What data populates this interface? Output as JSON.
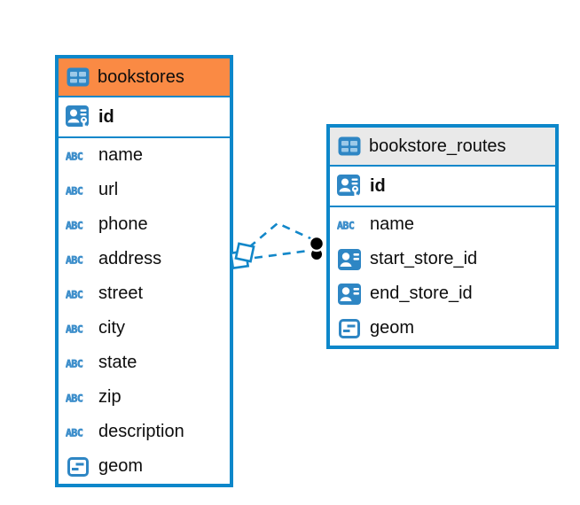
{
  "diagram_title": "entity-relationship-diagram",
  "colors": {
    "table_border": "#0d87ca",
    "bookstores_header": "#fa8a44",
    "bookstore_routes_header": "#e9e9e9",
    "relation_line": "#1287c9",
    "icon_blue": "#2e86c4",
    "abc_icon_blue": "#3e8fcb",
    "text": "#0d0d0d",
    "relation_circle_marker": "#000000",
    "relation_diamond_fill": "#ffffff"
  },
  "tables": [
    {
      "name": "bookstores",
      "header_icon": "table-icon",
      "header_color": "#fa8a44",
      "primary_columns": [
        {
          "name": "id",
          "icon": "user-key-icon"
        }
      ],
      "columns": [
        {
          "name": "name",
          "icon": "abc-text-icon"
        },
        {
          "name": "url",
          "icon": "abc-text-icon"
        },
        {
          "name": "phone",
          "icon": "abc-text-icon"
        },
        {
          "name": "address",
          "icon": "abc-text-icon"
        },
        {
          "name": "street",
          "icon": "abc-text-icon"
        },
        {
          "name": "city",
          "icon": "abc-text-icon"
        },
        {
          "name": "state",
          "icon": "abc-text-icon"
        },
        {
          "name": "zip",
          "icon": "abc-text-icon"
        },
        {
          "name": "description",
          "icon": "abc-text-icon"
        },
        {
          "name": "geom",
          "icon": "geometry-icon"
        }
      ]
    },
    {
      "name": "bookstore_routes",
      "header_icon": "table-icon",
      "header_color": "#e9e9e9",
      "primary_columns": [
        {
          "name": "id",
          "icon": "user-key-icon"
        }
      ],
      "columns": [
        {
          "name": "name",
          "icon": "abc-text-icon"
        },
        {
          "name": "start_store_id",
          "icon": "user-id-icon"
        },
        {
          "name": "end_store_id",
          "icon": "user-id-icon"
        },
        {
          "name": "geom",
          "icon": "geometry-icon"
        }
      ]
    }
  ],
  "relations": [
    {
      "line_style": "dashed",
      "source_marker": "diamond",
      "target_marker": "circle"
    },
    {
      "line_style": "dashed",
      "source_marker": "diamond",
      "target_marker": "circle"
    }
  ]
}
